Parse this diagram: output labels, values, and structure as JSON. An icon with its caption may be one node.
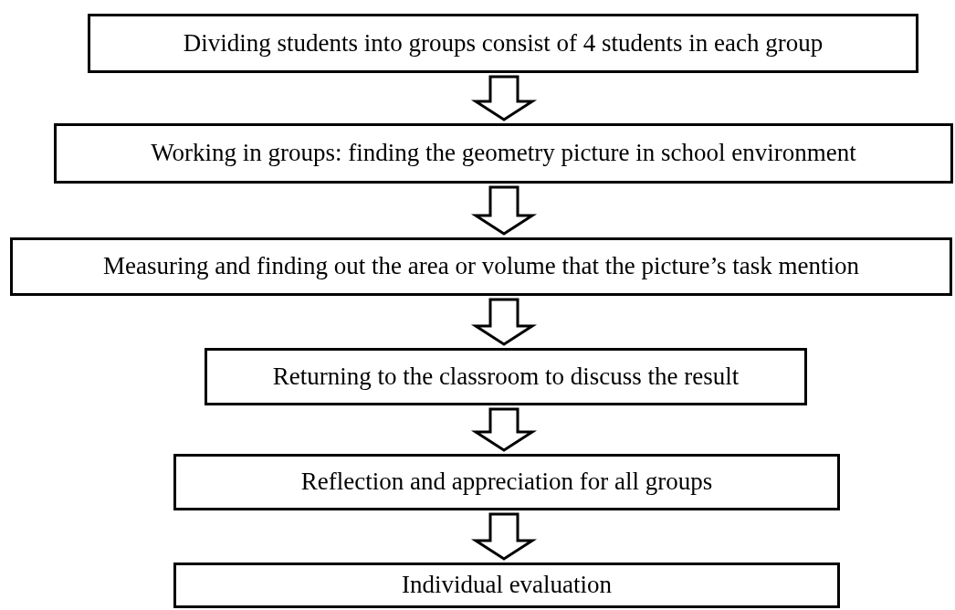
{
  "diagram": {
    "nodes": [
      {
        "text": [
          "Dividing students into groups consist of 4 students in each group"
        ]
      },
      {
        "text": [
          "Working in groups: finding the geometry picture in school environment"
        ]
      },
      {
        "text": [
          "Measuring and finding out the area or volume that the picture’s task mention"
        ]
      },
      {
        "text": [
          "Returning to the classroom to discuss the result"
        ]
      },
      {
        "text": [
          "Reflection and appreciation for all groups"
        ]
      },
      {
        "text": [
          "Individual evaluation"
        ]
      }
    ],
    "edges": [
      {
        "from": 0,
        "to": 1,
        "arrow": "to"
      },
      {
        "from": 1,
        "to": 2,
        "arrow": "to"
      },
      {
        "from": 2,
        "to": 3,
        "arrow": "to"
      },
      {
        "from": 3,
        "to": 4,
        "arrow": "to"
      },
      {
        "from": 4,
        "to": 5,
        "arrow": "to"
      }
    ]
  }
}
